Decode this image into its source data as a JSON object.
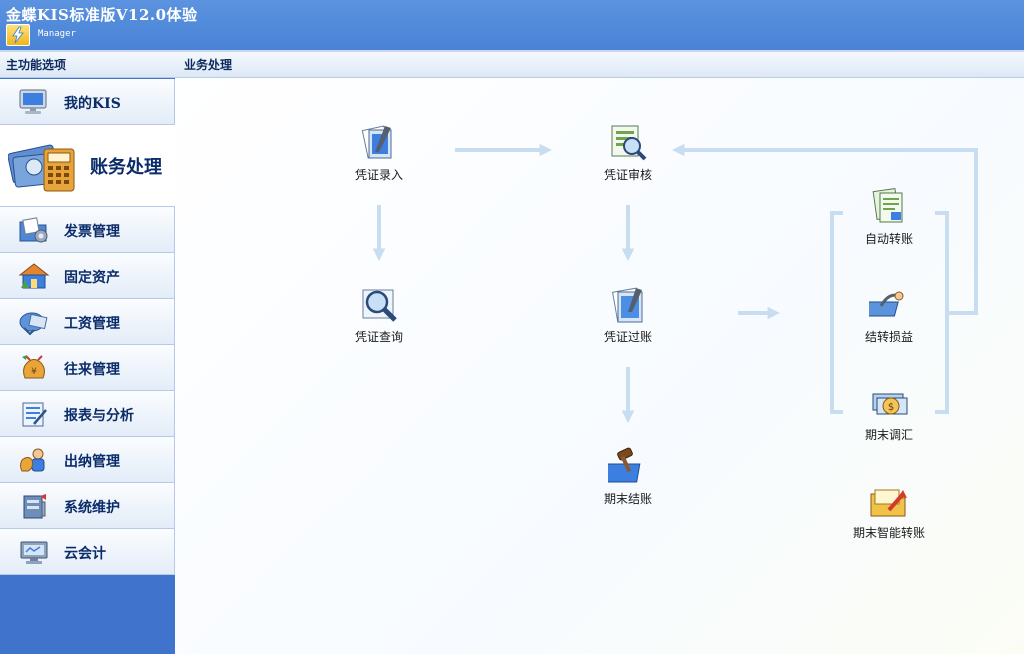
{
  "titlebar": {
    "title": "金蝶KIS标准版V12.0体验",
    "user": "Manager",
    "logo_icon": "lightning-logo-icon"
  },
  "sidebar": {
    "header": "主功能选项",
    "items": [
      {
        "label": "我的KIS",
        "icon": "monitor-icon",
        "active": false
      },
      {
        "label": "账务处理",
        "icon": "calculator-money-icon",
        "active": true
      },
      {
        "label": "发票管理",
        "icon": "invoice-folder-icon",
        "active": false
      },
      {
        "label": "固定资产",
        "icon": "house-icon",
        "active": false
      },
      {
        "label": "工资管理",
        "icon": "salary-icon",
        "active": false
      },
      {
        "label": "往来管理",
        "icon": "money-bag-icon",
        "active": false
      },
      {
        "label": "报表与分析",
        "icon": "report-icon",
        "active": false
      },
      {
        "label": "出纳管理",
        "icon": "cashier-icon",
        "active": false
      },
      {
        "label": "系统维护",
        "icon": "tools-icon",
        "active": false
      },
      {
        "label": "云会计",
        "icon": "cloud-computer-icon",
        "active": false
      }
    ]
  },
  "main": {
    "header": "业务处理",
    "nodes": {
      "voucher_entry": "凭证录入",
      "voucher_review": "凭证审核",
      "voucher_query": "凭证查询",
      "voucher_post": "凭证过账",
      "period_close": "期末结账",
      "auto_transfer": "自动转账",
      "pl_transfer": "结转损益",
      "fx_adjust": "期末调汇",
      "smart_transfer": "期末智能转账"
    }
  },
  "colors": {
    "titlebar": "#4a82d6",
    "sidebar_bg": "#3f73cc",
    "arrow": "#c9ddf1",
    "label": "#0b2c6a"
  }
}
